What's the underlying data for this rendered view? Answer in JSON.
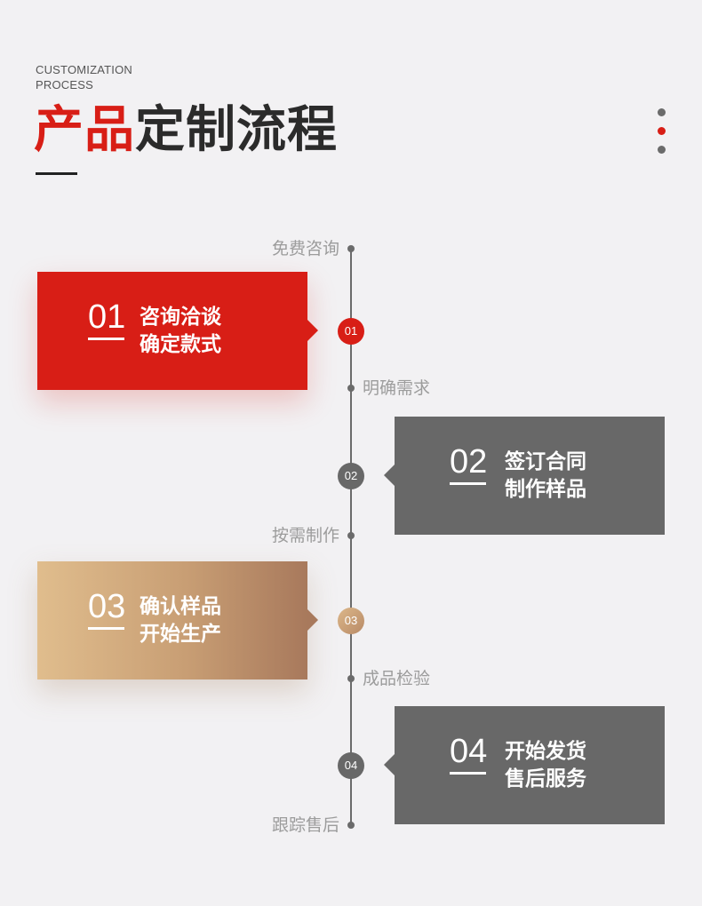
{
  "header": {
    "subtitle_line1": "CUSTOMIZATION",
    "subtitle_line2": "PROCESS",
    "title_accent": "产品",
    "title_rest": "定制流程"
  },
  "colors": {
    "accent": "#d81e16",
    "gray": "#686868",
    "gold_start": "#e0bd8d",
    "gold_end": "#a8795c"
  },
  "timeline": {
    "labels": [
      "免费咨询",
      "明确需求",
      "按需制作",
      "成品检验",
      "跟踪售后"
    ]
  },
  "steps": [
    {
      "node": "01",
      "number": "01",
      "line1": "咨询洽谈",
      "line2": "确定款式"
    },
    {
      "node": "02",
      "number": "02",
      "line1": "签订合同",
      "line2": "制作样品"
    },
    {
      "node": "03",
      "number": "03",
      "line1": "确认样品",
      "line2": "开始生产"
    },
    {
      "node": "04",
      "number": "04",
      "line1": "开始发货",
      "line2": "售后服务"
    }
  ]
}
